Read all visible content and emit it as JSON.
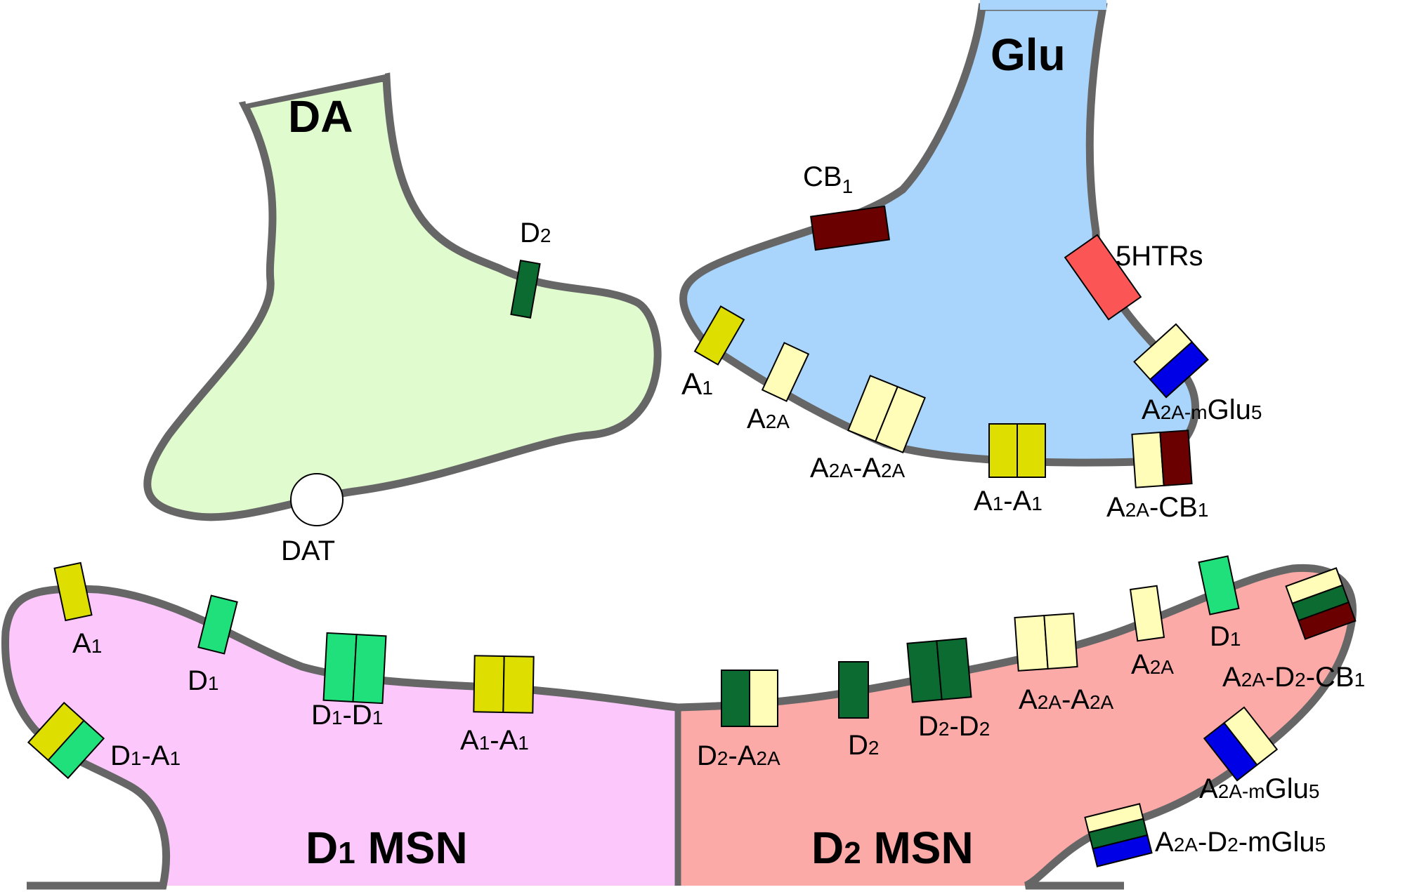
{
  "colors": {
    "membrane": "#666666",
    "da_terminal": "#e0fbcd",
    "glu_terminal": "#a9d4fb",
    "d1_msn": "#fcc8fc",
    "d2_msn": "#fbaaa8",
    "a1": "#dede00",
    "a2a": "#fffdb8",
    "d1": "#1fe07a",
    "d2": "#0b6b30",
    "cb1": "#6b0000",
    "ht5": "#fb5555",
    "mglu5": "#0000e6",
    "dat": "#ffffff"
  },
  "compartments": {
    "da": "DA",
    "glu": "Glu",
    "d1_msn_main": "D",
    "d1_msn_sub": "1",
    "d1_msn_tail": " MSN",
    "d2_msn_main": "D",
    "d2_msn_sub": "2",
    "d2_msn_tail": " MSN"
  },
  "labels": {
    "da_d2": {
      "main": "D",
      "sub": "2"
    },
    "dat": "DAT",
    "cb1": {
      "main": "CB",
      "sub": "1"
    },
    "ht5": "5HTRs",
    "glu_a1": {
      "main": "A",
      "sub": "1"
    },
    "glu_a2a": {
      "main": "A",
      "sub": "2A"
    },
    "glu_a2a_a2a": {
      "p1": "A",
      "s1": "2A",
      "p2": "-A",
      "s2": "2A"
    },
    "glu_a1_a1": {
      "p1": "A",
      "s1": "1",
      "p2": "-A",
      "s2": "1"
    },
    "glu_a2a_cb1": {
      "p1": "A",
      "s1": "2A",
      "p2": "-CB",
      "s2": "1"
    },
    "glu_a2a_mglu5": {
      "p1": "A",
      "s1": "2A-m",
      "p2": "Glu",
      "s2": "5"
    },
    "d1_a1": {
      "main": "A",
      "sub": "1"
    },
    "d1_d1": {
      "main": "D",
      "sub": "1"
    },
    "d1_d1_d1": {
      "p1": "D",
      "s1": "1",
      "p2": "-D",
      "s2": "1"
    },
    "d1_a1_a1": {
      "p1": "A",
      "s1": "1",
      "p2": "-A",
      "s2": "1"
    },
    "d1_d1_a1": {
      "p1": "D",
      "s1": "1",
      "p2": "-A",
      "s2": "1"
    },
    "d2_d2_a2a": {
      "p1": "D",
      "s1": "2",
      "p2": "-A",
      "s2": "2A"
    },
    "d2_d2": {
      "main": "D",
      "sub": "2"
    },
    "d2_d2_d2": {
      "p1": "D",
      "s1": "2",
      "p2": "-D",
      "s2": "2"
    },
    "d2_a2a_a2a": {
      "p1": "A",
      "s1": "2A",
      "p2": "-A",
      "s2": "2A"
    },
    "d2_a2a": {
      "main": "A",
      "sub": "2A"
    },
    "d2_d1": {
      "main": "D",
      "sub": "1"
    },
    "d2_a2a_d2_cb1": {
      "p1": "A",
      "s1": "2A",
      "p2": "-D",
      "s2": "2",
      "p3": "-CB",
      "s3": "1"
    },
    "d2_a2a_mglu5": {
      "p1": "A",
      "s1": "2A-m",
      "p2": "Glu",
      "s2": "5"
    },
    "d2_a2a_d2_mglu5": {
      "p1": "A",
      "s1": "2A",
      "p2": "-D",
      "s2": "2",
      "p3": "-m",
      "s3": "",
      "p4": "Glu",
      "s4": "5"
    }
  }
}
